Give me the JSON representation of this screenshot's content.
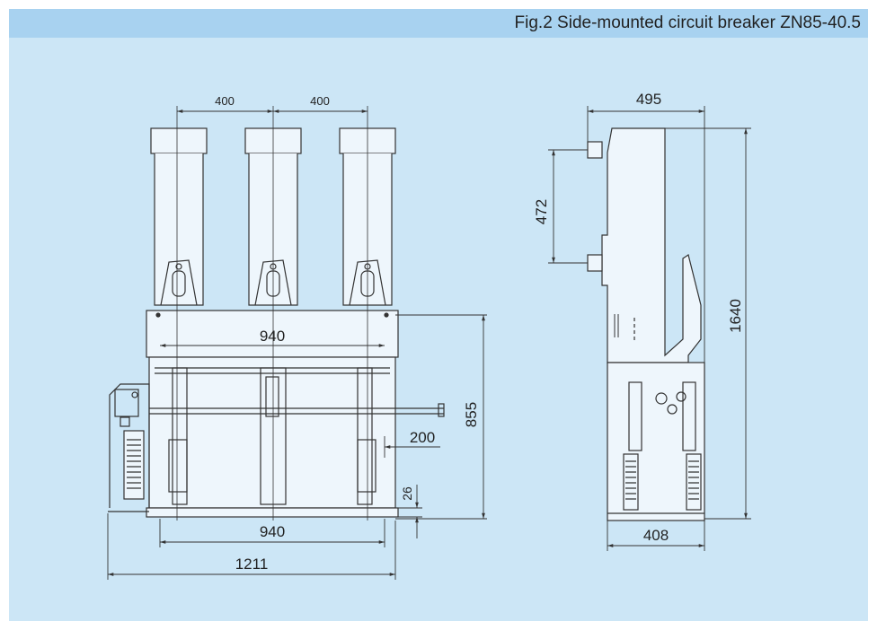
{
  "header": {
    "caption": "Fig.2 Side-mounted circuit breaker ZN85-40.5"
  },
  "front_view": {
    "dimensions": {
      "pole_pitch_left": "400",
      "pole_pitch_right": "400",
      "upper_frame_width": "940",
      "lower_frame_width": "940",
      "overall_width": "1211",
      "total_height": "855",
      "side_offset": "200",
      "base_offset": "26"
    }
  },
  "side_view": {
    "dimensions": {
      "top_depth": "495",
      "terminal_spacing": "472",
      "overall_height": "1640",
      "base_depth": "408"
    }
  },
  "colors": {
    "background": "#cce6f6",
    "header": "#a8d2f0",
    "line": "#333333"
  }
}
